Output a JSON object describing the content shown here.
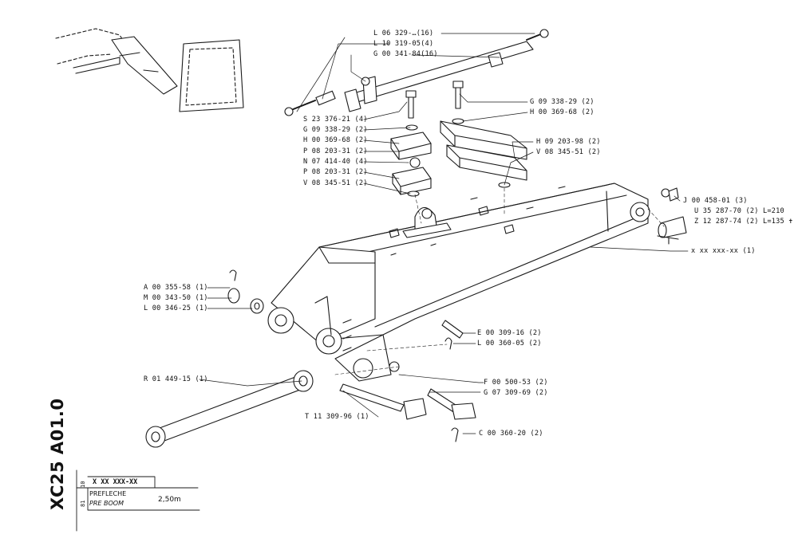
{
  "drawing": {
    "code": "XC25 A01.0",
    "sheet_small_1": "10",
    "sheet_small_2": "81",
    "part_number": "X XX XXX-XX",
    "name_fr": "PREFLECHE",
    "name_en": "PRE BOOM",
    "size": "2,50m"
  },
  "callouts": [
    {
      "id": "l06329",
      "text": "L 06 329-…(16)"
    },
    {
      "id": "l10319",
      "text": "L 10 319-05(4)"
    },
    {
      "id": "g00341",
      "text": "G 00 341-84(16)"
    },
    {
      "id": "g09338a",
      "text": "G 09 338-29 (2)"
    },
    {
      "id": "h00369a",
      "text": "H 00 369-68 (2)"
    },
    {
      "id": "s23376",
      "text": "S 23 376-21 (4)"
    },
    {
      "id": "g09338b",
      "text": "G 09 338-29 (2)"
    },
    {
      "id": "h00369b",
      "text": "H 00 369-68 (2)"
    },
    {
      "id": "p08203a",
      "text": "P 08 203-31 (2)"
    },
    {
      "id": "n07414",
      "text": "N 07 414-40 (4)"
    },
    {
      "id": "p08203b",
      "text": "P 08 203-31 (2)"
    },
    {
      "id": "v08345a",
      "text": "V 08 345-51 (2)"
    },
    {
      "id": "h09203",
      "text": "H 09 203-98 (2)"
    },
    {
      "id": "v08345b",
      "text": "V 08 345-51 (2)"
    },
    {
      "id": "j00458",
      "text": "J 00 458-01 (3)"
    },
    {
      "id": "u35287",
      "text": "U 35 287-70 (2) L=210"
    },
    {
      "id": "z12287",
      "text": "Z 12 287-74 (2) L=135 ✝"
    },
    {
      "id": "xboom",
      "text": "x xx xxx-xx (1)"
    },
    {
      "id": "a00355",
      "text": "A 00 355-58 (1)"
    },
    {
      "id": "m00343",
      "text": "M 00 343-50 (1)"
    },
    {
      "id": "l00346",
      "text": "L 00 346-25 (1)"
    },
    {
      "id": "e00309",
      "text": "E 00 309-16 (2)"
    },
    {
      "id": "l00360",
      "text": "L 00 360-05 (2)"
    },
    {
      "id": "r01449",
      "text": "R 01 449-15 (1)"
    },
    {
      "id": "f00500",
      "text": "F 00 500-53 (2)"
    },
    {
      "id": "g07309",
      "text": "G 07 309-69 (2)"
    },
    {
      "id": "t11309",
      "text": "T 11 309-96 (1)"
    },
    {
      "id": "c00360",
      "text": "C 00 360-20 (2)"
    }
  ],
  "colors": {
    "ink": "#1a1a1a",
    "paper": "#ffffff"
  }
}
